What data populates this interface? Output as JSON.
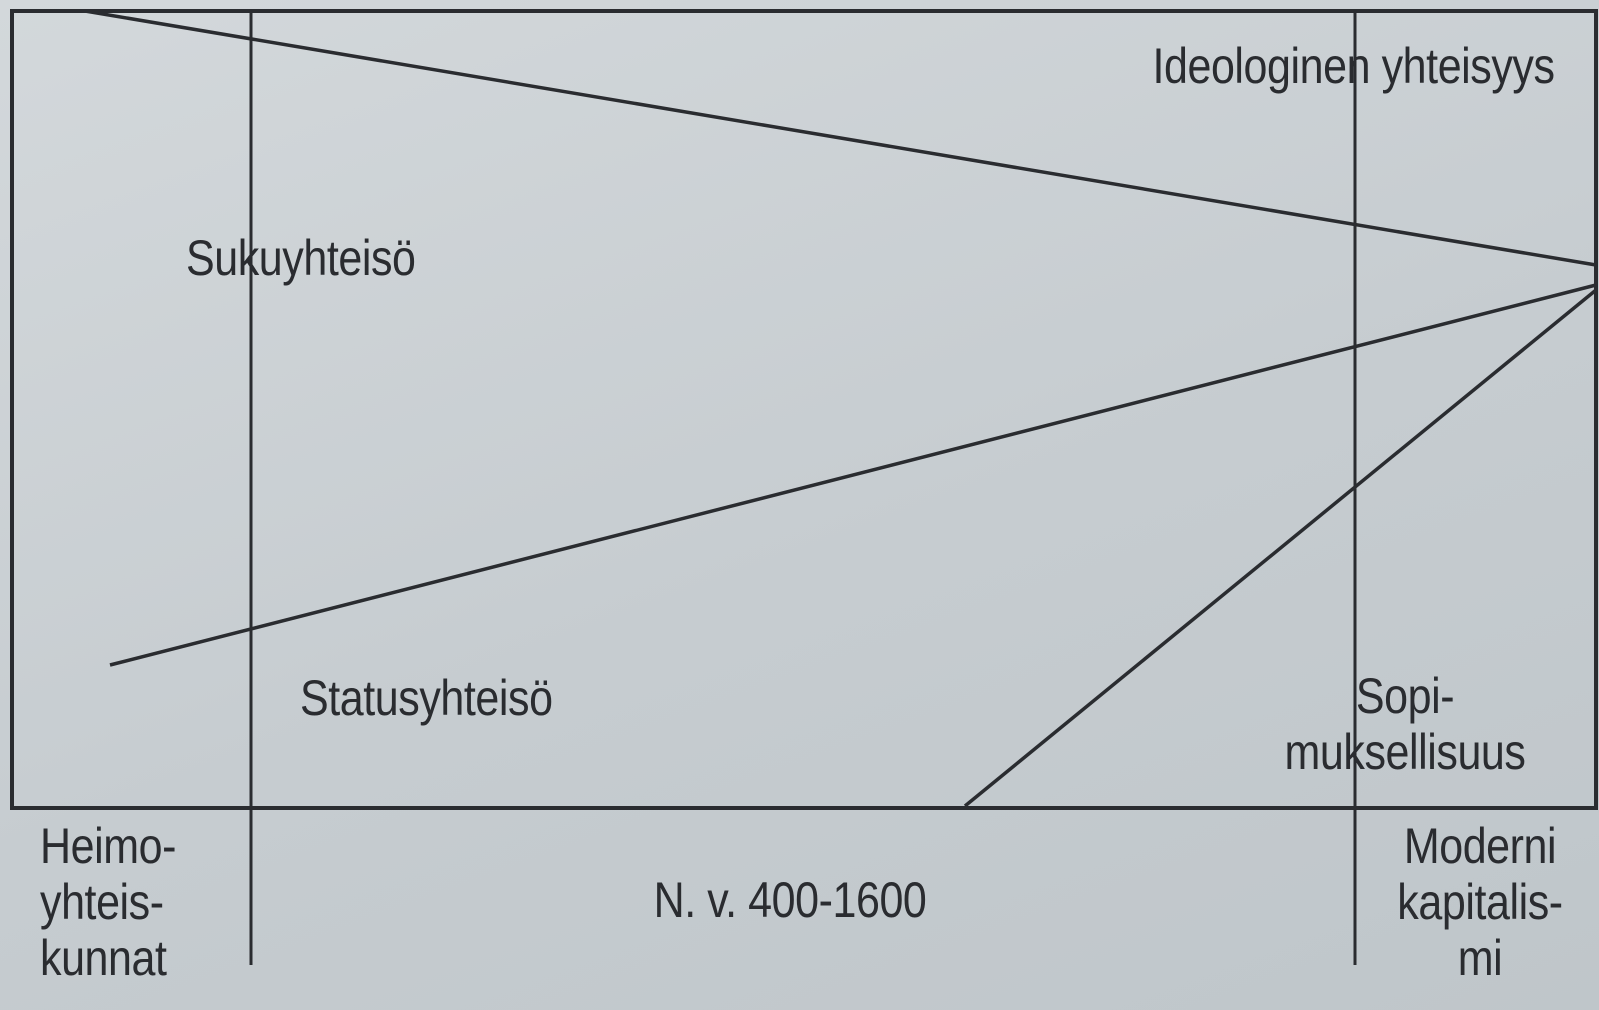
{
  "diagram": {
    "region_labels": {
      "ideological": "Ideologinen yhteisyys",
      "kinship": "Sukuyhteisö",
      "status": "Statusyhteisö",
      "contractual": [
        "Sopi-",
        "muksellisuus"
      ]
    },
    "period_labels": {
      "tribal": [
        "Heimo-",
        "yhteis-",
        "kunnat"
      ],
      "middle": "N. v. 400-1600",
      "modern": [
        "Moderni",
        "kapitalis-",
        "mi"
      ]
    },
    "colors": {
      "ink": "#2a2c30",
      "paper": "#c9cfd3"
    }
  }
}
